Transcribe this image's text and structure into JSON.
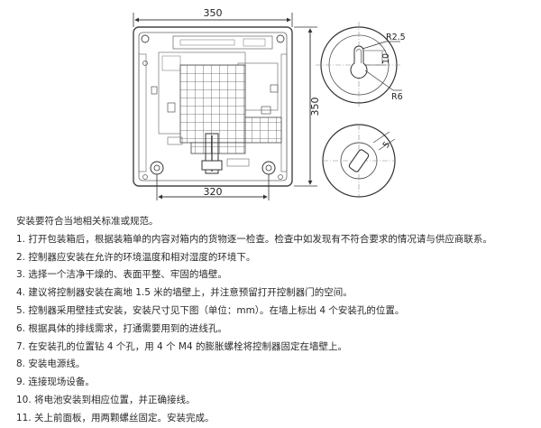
{
  "drawing": {
    "dim_top": "350",
    "dim_right": "350",
    "dim_bottom": "320",
    "dim_r25": "R2.5",
    "dim_10": "10",
    "dim_r6": "R6",
    "dim_5": "5"
  },
  "instructions": {
    "intro": "安装要符合当地相关标准或规范。",
    "steps": [
      "1. 打开包装箱后，根据装箱单的内容对箱内的货物逐一检查。检查中如发现有不符合要求的情况请与供应商联系。",
      "2. 控制器应安装在允许的环境温度和相对湿度的环境下。",
      "3. 选择一个洁净干燥的、表面平整、牢固的墙壁。",
      "4. 建议将控制器安装在离地 1.5 米的墙壁上，并注意预留打开控制器门的空间。",
      "5. 控制器采用壁挂式安装，安装尺寸见下图（单位：mm）。在墙上标出 4 个安装孔的位置。",
      "6. 根据具体的排线需求，打通需要用到的进线孔。",
      "7. 在安装孔的位置钻 4 个孔，用 4 个 M4 的膨胀螺栓将控制器固定在墙壁上。",
      "8. 安装电源线。",
      "9. 连接现场设备。",
      "10. 将电池安装到相应位置，并正确接线。",
      "11. 关上前面板，用两颗螺丝固定。安装完成。"
    ]
  }
}
